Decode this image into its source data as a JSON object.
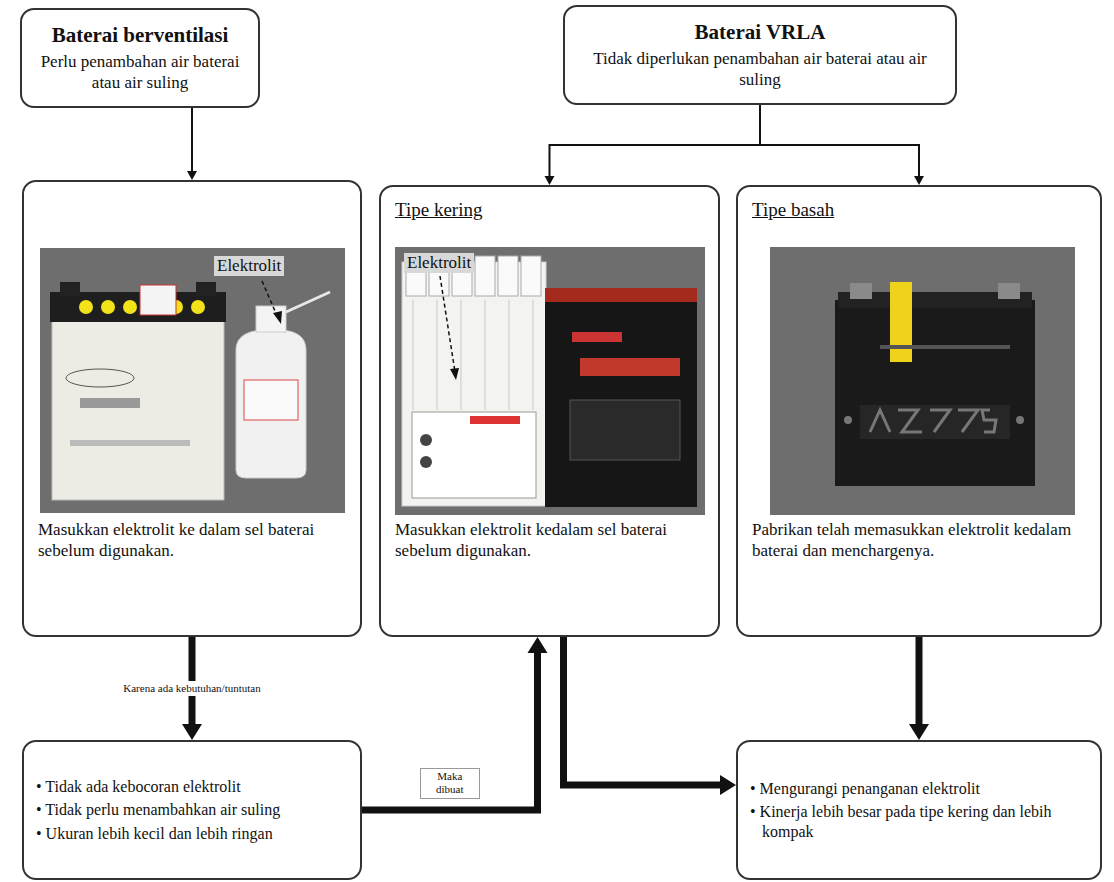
{
  "diagram": {
    "nodes": [
      {
        "text": [
          "Baterai berventilasi",
          "Perlu penambahan air baterai atau air suling"
        ]
      },
      {
        "text": [
          "Baterai VRLA",
          "Tidak diperlukan penambahan air baterai atau air suling"
        ]
      },
      {
        "text": [
          "Masukkan elektrolit ke dalam sel baterai sebelum digunakan."
        ]
      },
      {
        "text": [
          "Tipe kering",
          "Masukkan elektrolit kedalam sel baterai sebelum digunakan."
        ]
      },
      {
        "text": [
          "Tipe basah",
          "Pabrikan telah memasukkan elektrolit kedalam baterai dan menchargenya."
        ]
      },
      {
        "text": [
          "• Tidak ada kebocoran elektrolit",
          "• Tidak perlu menambahkan air suling",
          "• Ukuran lebih kecil dan lebih ringan"
        ]
      },
      {
        "text": [
          "• Mengurangi penanganan elektrolit",
          "• Kinerja lebih besar pada tipe kering dan lebih kompak"
        ]
      }
    ],
    "edges": [
      {
        "from": 0,
        "to": 2,
        "arrow": "to"
      },
      {
        "from": 1,
        "to": 3,
        "arrow": "to"
      },
      {
        "from": 1,
        "to": 4,
        "arrow": "to"
      },
      {
        "from": 2,
        "to": 5,
        "arrow": "to",
        "label": "Karena ada kebutuhan/tuntutan"
      },
      {
        "from": 5,
        "to": 3,
        "arrow": "to",
        "label": "Maka dibuat"
      },
      {
        "from": 3,
        "to": 6,
        "arrow": "to"
      },
      {
        "from": 4,
        "to": 6,
        "arrow": "to"
      }
    ],
    "labels": [
      "Elektrolit",
      "Elektrolit"
    ]
  }
}
